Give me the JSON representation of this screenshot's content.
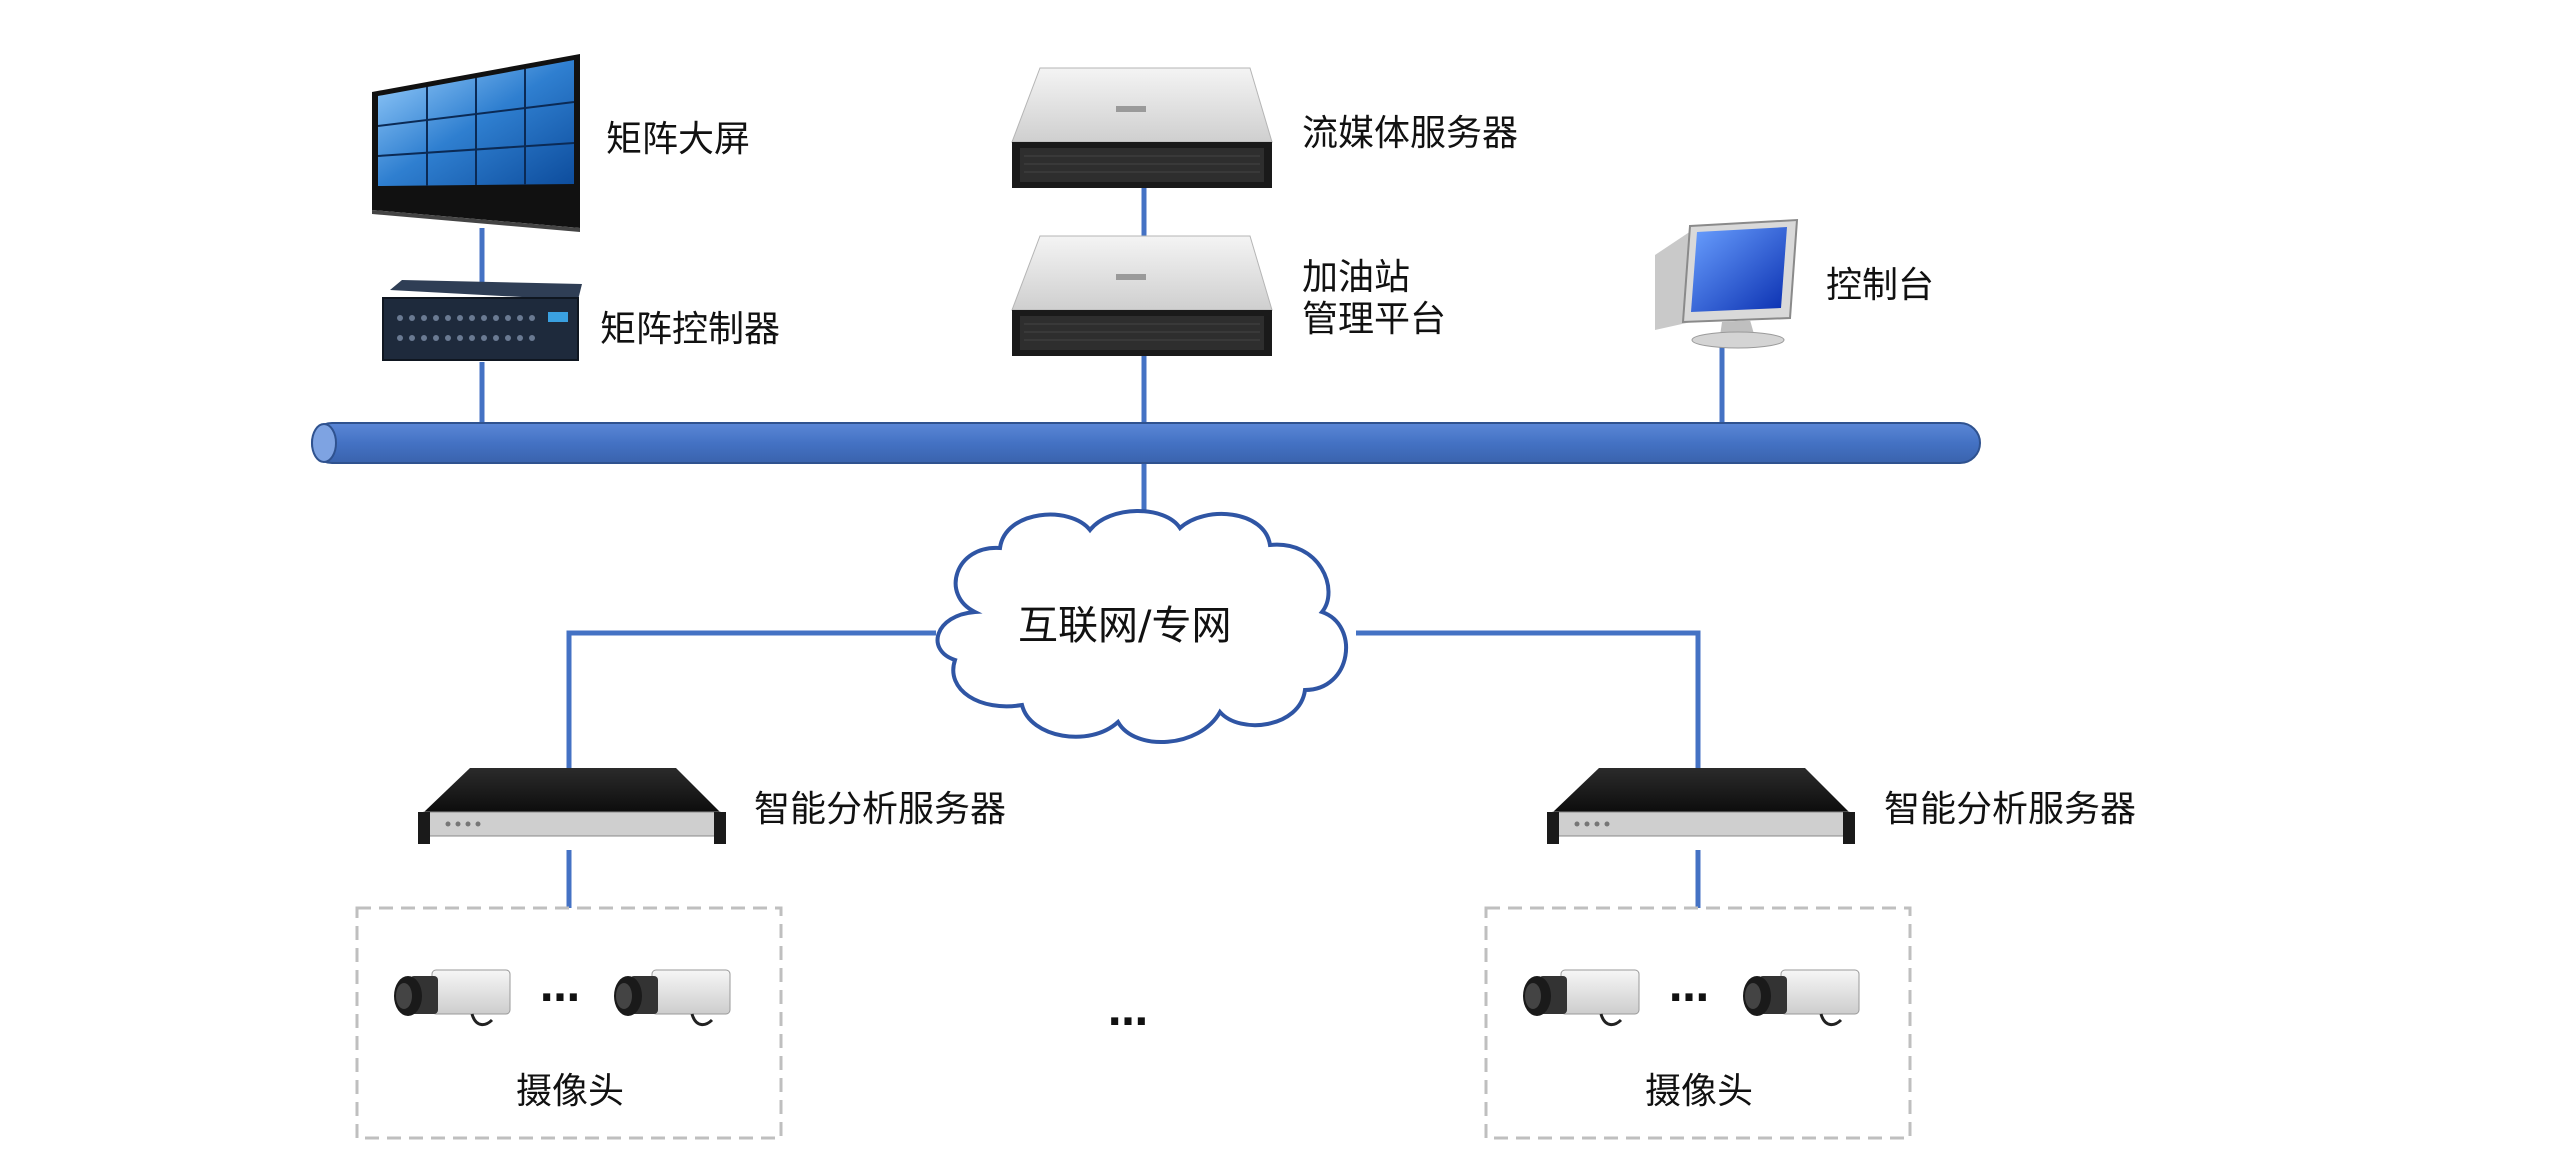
{
  "labels": {
    "matrix_screen": "矩阵大屏",
    "matrix_controller": "矩阵控制器",
    "streaming_server": "流媒体服务器",
    "gas_station_platform_line1": "加油站",
    "gas_station_platform_line2": "管理平台",
    "console": "控制台",
    "network": "互联网/专网",
    "analysis_server_left": "智能分析服务器",
    "analysis_server_right": "智能分析服务器",
    "camera_group_left": "摄像头",
    "camera_group_right": "摄像头",
    "ellipsis_middle": "…",
    "ellipsis_cameras_left": "…",
    "ellipsis_cameras_right": "…"
  },
  "colors": {
    "link": "#4472c4",
    "bus_fill": "#4472c4",
    "bus_edge": "#2f528f",
    "cloud_stroke": "#2f55a4",
    "dashed_box": "#bfbfbf"
  },
  "icons": {
    "matrix_screen": "video-wall-icon",
    "matrix_controller": "matrix-controller-icon",
    "streaming_server": "rack-server-icon",
    "gas_station_platform": "rack-server-icon",
    "console": "monitor-icon",
    "analysis_server": "1u-server-icon",
    "camera": "box-camera-icon"
  }
}
